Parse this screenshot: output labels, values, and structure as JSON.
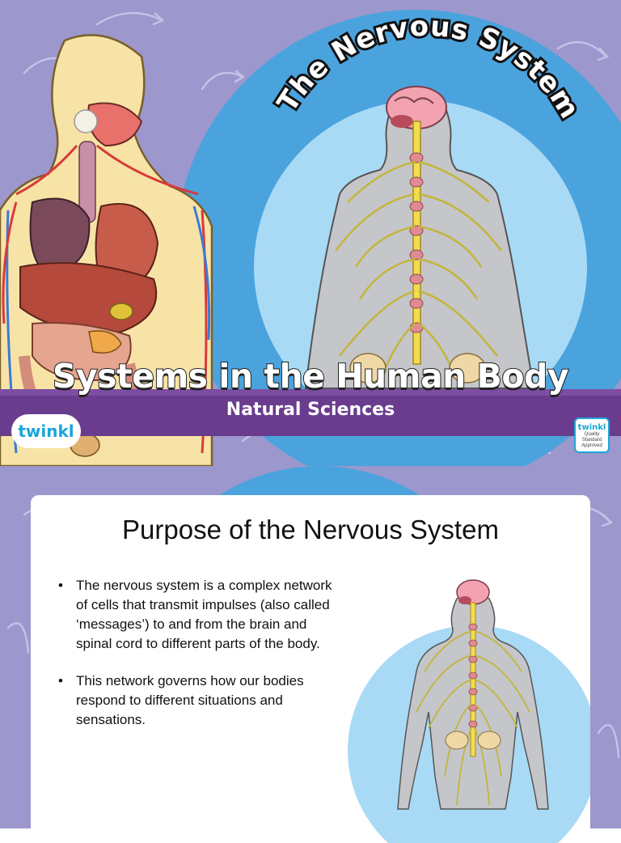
{
  "cover": {
    "arc_title": "The Nervous System",
    "main_title": "Systems in the Human Body",
    "subtitle": "Natural Sciences",
    "logo_text": "twinkl",
    "badge": {
      "brand": "twinkl",
      "caption": "Quality Standard Approved"
    }
  },
  "content": {
    "title": "Purpose of the Nervous System",
    "bullets": [
      "The nervous system is a complex network of cells that transmit impulses (also called ‘messages’) to and from the brain and spinal cord to different parts of the body.",
      "This network governs how our bodies respond to different situations and sensations."
    ]
  },
  "colors": {
    "background": "#9c97cc",
    "circle_outer": "#4aa3dd",
    "circle_inner": "#a9daf5",
    "banner": "#6a3c8e",
    "brand_blue": "#1aa6d9"
  },
  "icons": [
    "digestive-system-illustration",
    "nervous-system-illustration",
    "arrow-decoration"
  ]
}
